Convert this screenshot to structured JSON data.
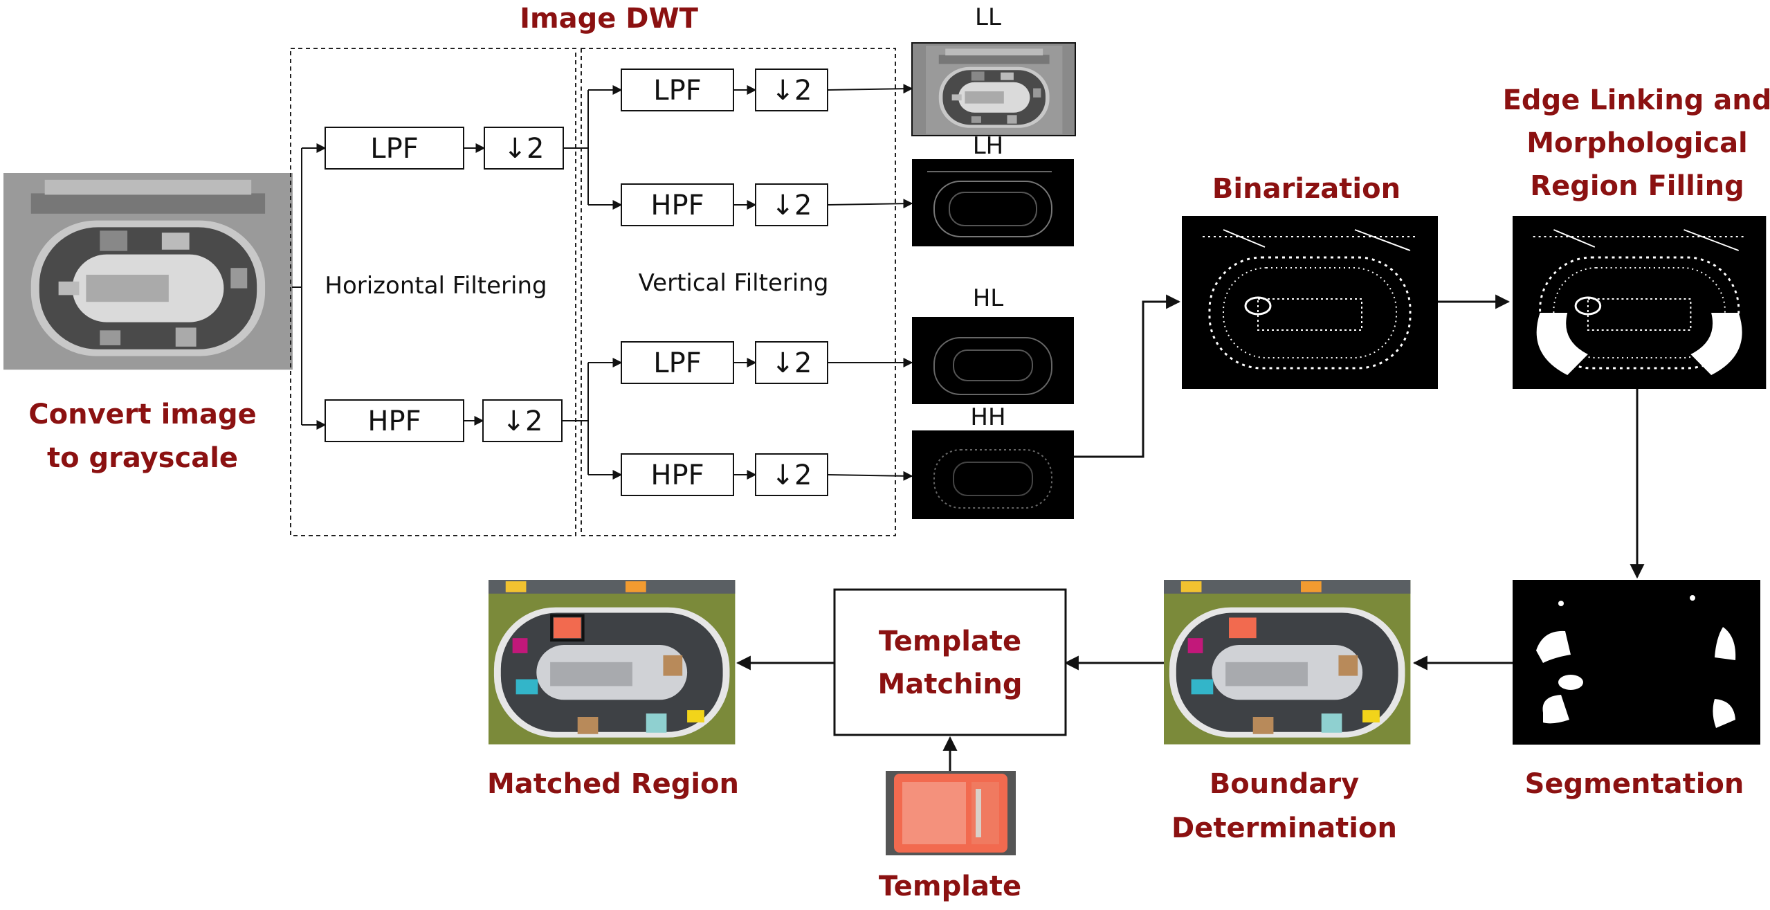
{
  "labels": {
    "image_dwt": "Image DWT",
    "convert_line1": "Convert image",
    "convert_line2": "to grayscale",
    "horizontal_filtering": "Horizontal Filtering",
    "vertical_filtering": "Vertical Filtering",
    "binarization": "Binarization",
    "edge_line1": "Edge Linking and",
    "edge_line2": "Morphological",
    "edge_line3": "Region Filling",
    "segmentation": "Segmentation",
    "boundary_line1": "Boundary",
    "boundary_line2": "Determination",
    "template_matching_line1": "Template",
    "template_matching_line2": "Matching",
    "template": "Template",
    "matched_region": "Matched Region"
  },
  "filters": {
    "lpf": "LPF",
    "hpf": "HPF",
    "down2": "↓2"
  },
  "subbands": {
    "ll": "LL",
    "lh": "LH",
    "hl": "HL",
    "hh": "HH"
  },
  "colors": {
    "title_red": "#8b1111",
    "conveyor_dark": "#3a3a3a",
    "belt_gray": "#55585c",
    "platform": "#d0d2d6",
    "ground_olive": "#7b8a3a",
    "template_orange": "#f26a4f"
  }
}
